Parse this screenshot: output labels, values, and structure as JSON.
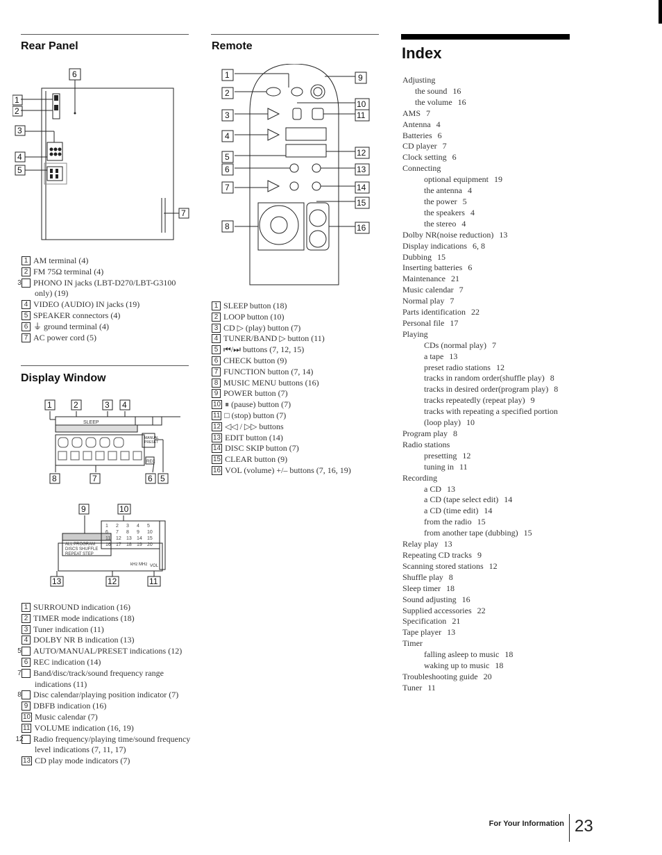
{
  "rear_panel": {
    "title": "Rear Panel",
    "diagram_callouts": [
      "6",
      "1",
      "2",
      "3",
      "4",
      "5",
      "7"
    ],
    "legend": [
      {
        "num": "1",
        "text": "AM terminal (4)"
      },
      {
        "num": "2",
        "text": "FM 75Ω terminal (4)"
      },
      {
        "num": "3",
        "text": "PHONO IN jacks (LBT-D270/LBT-G3100 only) (19)"
      },
      {
        "num": "4",
        "text": "VIDEO (AUDIO) IN jacks (19)"
      },
      {
        "num": "5",
        "text": "SPEAKER connectors (4)"
      },
      {
        "num": "6",
        "text": "⏚ ground terminal (4)"
      },
      {
        "num": "7",
        "text": "AC power cord (5)"
      }
    ]
  },
  "display_window": {
    "title": "Display Window",
    "diagram_callouts": [
      "1",
      "2",
      "3",
      "4",
      "8",
      "7",
      "6",
      "5",
      "9",
      "10",
      "13",
      "12",
      "11"
    ],
    "display_texts": {
      "sleep": "SLEEP",
      "all_program": "ALL PROGRAM",
      "discs_shuffle": "DISCS SHUFFLE",
      "repeat_step": "REPEAT STEP",
      "manual": "MANUAL",
      "preset": "PRESET",
      "khz_mhz": "kHz MHz",
      "vol": "VOL",
      "rec": "REC",
      "grid_numbers": [
        "1",
        "2",
        "3",
        "4",
        "5",
        "6",
        "7",
        "8",
        "9",
        "10",
        "11",
        "12",
        "13",
        "14",
        "15",
        "16",
        "17",
        "18",
        "19",
        "20"
      ]
    },
    "legend": [
      {
        "num": "1",
        "text": "SURROUND indication (16)"
      },
      {
        "num": "2",
        "text": "TIMER mode indications (18)"
      },
      {
        "num": "3",
        "text": "Tuner indication (11)"
      },
      {
        "num": "4",
        "text": "DOLBY NR B indication (13)"
      },
      {
        "num": "5",
        "text": "AUTO/MANUAL/PRESET indications (12)"
      },
      {
        "num": "6",
        "text": "REC indication (14)"
      },
      {
        "num": "7",
        "text": "Band/disc/track/sound frequency range indications (11)"
      },
      {
        "num": "8",
        "text": "Disc calendar/playing position indicator (7)"
      },
      {
        "num": "9",
        "text": "DBFB indication (16)"
      },
      {
        "num": "10",
        "text": "Music calendar (7)"
      },
      {
        "num": "11",
        "text": "VOLUME indication (16, 19)"
      },
      {
        "num": "12",
        "text": "Radio frequency/playing time/sound frequency level indications (7, 11, 17)"
      },
      {
        "num": "13",
        "text": "CD play mode indicators (7)"
      }
    ]
  },
  "remote": {
    "title": "Remote",
    "diagram_callouts": [
      "1",
      "2",
      "3",
      "4",
      "5",
      "6",
      "7",
      "8",
      "9",
      "10",
      "11",
      "12",
      "13",
      "14",
      "15",
      "16"
    ],
    "legend": [
      {
        "num": "1",
        "text": "SLEEP button (18)"
      },
      {
        "num": "2",
        "text": "LOOP button (10)"
      },
      {
        "num": "3",
        "text": "CD ▷ (play) button (7)"
      },
      {
        "num": "4",
        "text": "TUNER/BAND ▷ button (11)"
      },
      {
        "num": "5",
        "text": "⏮/⏭ buttons (7, 12, 15)"
      },
      {
        "num": "6",
        "text": "CHECK button (9)"
      },
      {
        "num": "7",
        "text": "FUNCTION button (7, 14)"
      },
      {
        "num": "8",
        "text": "MUSIC MENU buttons (16)"
      },
      {
        "num": "9",
        "text": "POWER button (7)"
      },
      {
        "num": "10",
        "text": "⏸ (pause) button (7)"
      },
      {
        "num": "11",
        "text": "□ (stop) button (7)"
      },
      {
        "num": "12",
        "text": "◁◁ / ▷▷ buttons"
      },
      {
        "num": "13",
        "text": "EDIT button (14)"
      },
      {
        "num": "14",
        "text": "DISC SKIP button (7)"
      },
      {
        "num": "15",
        "text": "CLEAR button (9)"
      },
      {
        "num": "16",
        "text": "VOL (volume) +/– buttons (7, 16, 19)"
      }
    ]
  },
  "index": {
    "title": "Index",
    "entries": [
      {
        "level": 0,
        "text": "Adjusting",
        "pages": ""
      },
      {
        "level": 1,
        "text": "the sound",
        "pages": "16"
      },
      {
        "level": 1,
        "text": "the volume",
        "pages": "16"
      },
      {
        "level": 0,
        "text": "AMS",
        "pages": "7"
      },
      {
        "level": 0,
        "text": "Antenna",
        "pages": "4"
      },
      {
        "level": 0,
        "text": "Batteries",
        "pages": "6"
      },
      {
        "level": 0,
        "text": "CD player",
        "pages": "7"
      },
      {
        "level": 0,
        "text": "Clock setting",
        "pages": "6"
      },
      {
        "level": 0,
        "text": "Connecting",
        "pages": ""
      },
      {
        "level": 2,
        "text": "optional equipment",
        "pages": "19"
      },
      {
        "level": 2,
        "text": "the antenna",
        "pages": "4"
      },
      {
        "level": 2,
        "text": "the power",
        "pages": "5"
      },
      {
        "level": 2,
        "text": "the speakers",
        "pages": "4"
      },
      {
        "level": 2,
        "text": "the stereo",
        "pages": "4"
      },
      {
        "level": 0,
        "text": "Dolby NR(noise reduction)",
        "pages": "13"
      },
      {
        "level": 0,
        "text": "Display indications",
        "pages": "6, 8"
      },
      {
        "level": 0,
        "text": "Dubbing",
        "pages": "15"
      },
      {
        "level": 0,
        "text": "Inserting batteries",
        "pages": "6"
      },
      {
        "level": 0,
        "text": "Maintenance",
        "pages": "21"
      },
      {
        "level": 0,
        "text": "Music calendar",
        "pages": "7"
      },
      {
        "level": 0,
        "text": "Normal play",
        "pages": "7"
      },
      {
        "level": 0,
        "text": "Parts identification",
        "pages": "22"
      },
      {
        "level": 0,
        "text": "Personal file",
        "pages": "17"
      },
      {
        "level": 0,
        "text": "Playing",
        "pages": ""
      },
      {
        "level": 2,
        "text": "CDs (normal play)",
        "pages": "7"
      },
      {
        "level": 2,
        "text": "a tape",
        "pages": "13"
      },
      {
        "level": 2,
        "text": "preset radio stations",
        "pages": "12"
      },
      {
        "level": 2,
        "text": "tracks in random order(shuffle play)",
        "pages": "8"
      },
      {
        "level": 2,
        "text": "tracks in desired order(program play)",
        "pages": "8"
      },
      {
        "level": 2,
        "text": "tracks repeatedly (repeat play)",
        "pages": "9"
      },
      {
        "level": 2,
        "text": "tracks with repeating a specified portion (loop play)",
        "pages": "10"
      },
      {
        "level": 0,
        "text": "Program play",
        "pages": "8"
      },
      {
        "level": 0,
        "text": "Radio stations",
        "pages": ""
      },
      {
        "level": 2,
        "text": "presetting",
        "pages": "12"
      },
      {
        "level": 2,
        "text": "tuning in",
        "pages": "11"
      },
      {
        "level": 0,
        "text": "Recording",
        "pages": ""
      },
      {
        "level": 2,
        "text": "a CD",
        "pages": "13"
      },
      {
        "level": 2,
        "text": "a CD (tape select edit)",
        "pages": "14"
      },
      {
        "level": 2,
        "text": "a CD (time edit)",
        "pages": "14"
      },
      {
        "level": 2,
        "text": "from the radio",
        "pages": "15"
      },
      {
        "level": 2,
        "text": "from another tape (dubbing)",
        "pages": "15"
      },
      {
        "level": 0,
        "text": "Relay play",
        "pages": "13"
      },
      {
        "level": 0,
        "text": "Repeating CD tracks",
        "pages": "9"
      },
      {
        "level": 0,
        "text": "Scanning stored stations",
        "pages": "12"
      },
      {
        "level": 0,
        "text": "Shuffle play",
        "pages": "8"
      },
      {
        "level": 0,
        "text": "Sleep timer",
        "pages": "18"
      },
      {
        "level": 0,
        "text": "Sound adjusting",
        "pages": "16"
      },
      {
        "level": 0,
        "text": "Supplied accessories",
        "pages": "22"
      },
      {
        "level": 0,
        "text": "Specification",
        "pages": "21"
      },
      {
        "level": 0,
        "text": "Tape player",
        "pages": "13"
      },
      {
        "level": 0,
        "text": "Timer",
        "pages": ""
      },
      {
        "level": 2,
        "text": "falling asleep to music",
        "pages": "18"
      },
      {
        "level": 2,
        "text": "waking up to music",
        "pages": "18"
      },
      {
        "level": 0,
        "text": "Troubleshooting guide",
        "pages": "20"
      },
      {
        "level": 0,
        "text": "Tuner",
        "pages": "11"
      }
    ]
  },
  "footer": {
    "section_label": "For Your Information",
    "page_number": "23"
  }
}
